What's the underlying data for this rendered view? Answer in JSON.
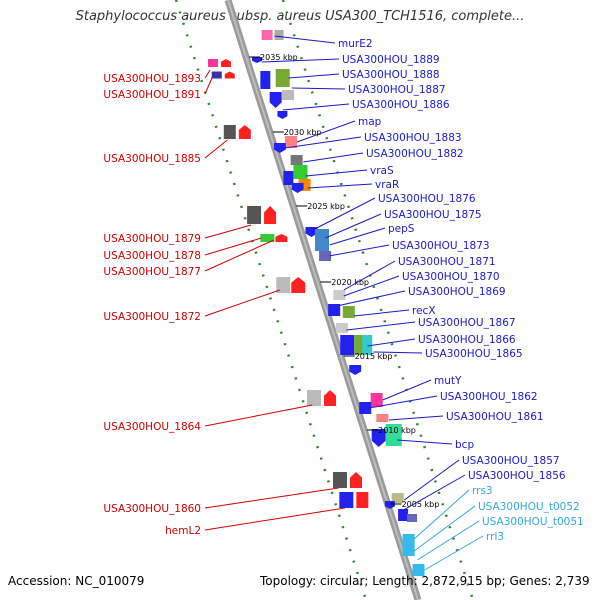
{
  "title": "Staphylococcus aureus subsp. aureus USA300_TCH1516, complete...",
  "footer": {
    "accession": "Accession: NC_010079",
    "stats": "Topology: circular; Length: 2,872,915 bp; Genes: 2,739"
  },
  "colors": {
    "left_label": "#d40000",
    "right_label": "#1a1ac8",
    "rna_label": "#33aadd",
    "backbone": "#888888",
    "dots": "#2a8a2a"
  },
  "ticks": [
    "2035 kbp",
    "2030 kbp",
    "2025 kbp",
    "2020 kbp",
    "2015 kbp",
    "2010 kbp",
    "2005 kbp"
  ],
  "left_labels": [
    "USA300HOU_1893",
    "USA300HOU_1891",
    "USA300HOU_1885",
    "USA300HOU_1879",
    "USA300HOU_1878",
    "USA300HOU_1877",
    "USA300HOU_1872",
    "USA300HOU_1864",
    "USA300HOU_1860",
    "hemL2"
  ],
  "right_labels": [
    "murE2",
    "USA300HOU_1889",
    "USA300HOU_1888",
    "USA300HOU_1887",
    "USA300HOU_1886",
    "map",
    "USA300HOU_1883",
    "USA300HOU_1882",
    "vraS",
    "vraR",
    "USA300HOU_1876",
    "USA300HOU_1875",
    "pepS",
    "USA300HOU_1873",
    "USA300HOU_1871",
    "USA300HOU_1870",
    "USA300HOU_1869",
    "recX",
    "USA300HOU_1867",
    "USA300HOU_1866",
    "USA300HOU_1865",
    "mutY",
    "USA300HOU_1862",
    "USA300HOU_1861",
    "bcp",
    "USA300HOU_1857",
    "USA300HOU_1856"
  ],
  "rna_labels": [
    "rrs3",
    "USA300HOU_t0052",
    "USA300HOU_t0051",
    "rrl3"
  ]
}
